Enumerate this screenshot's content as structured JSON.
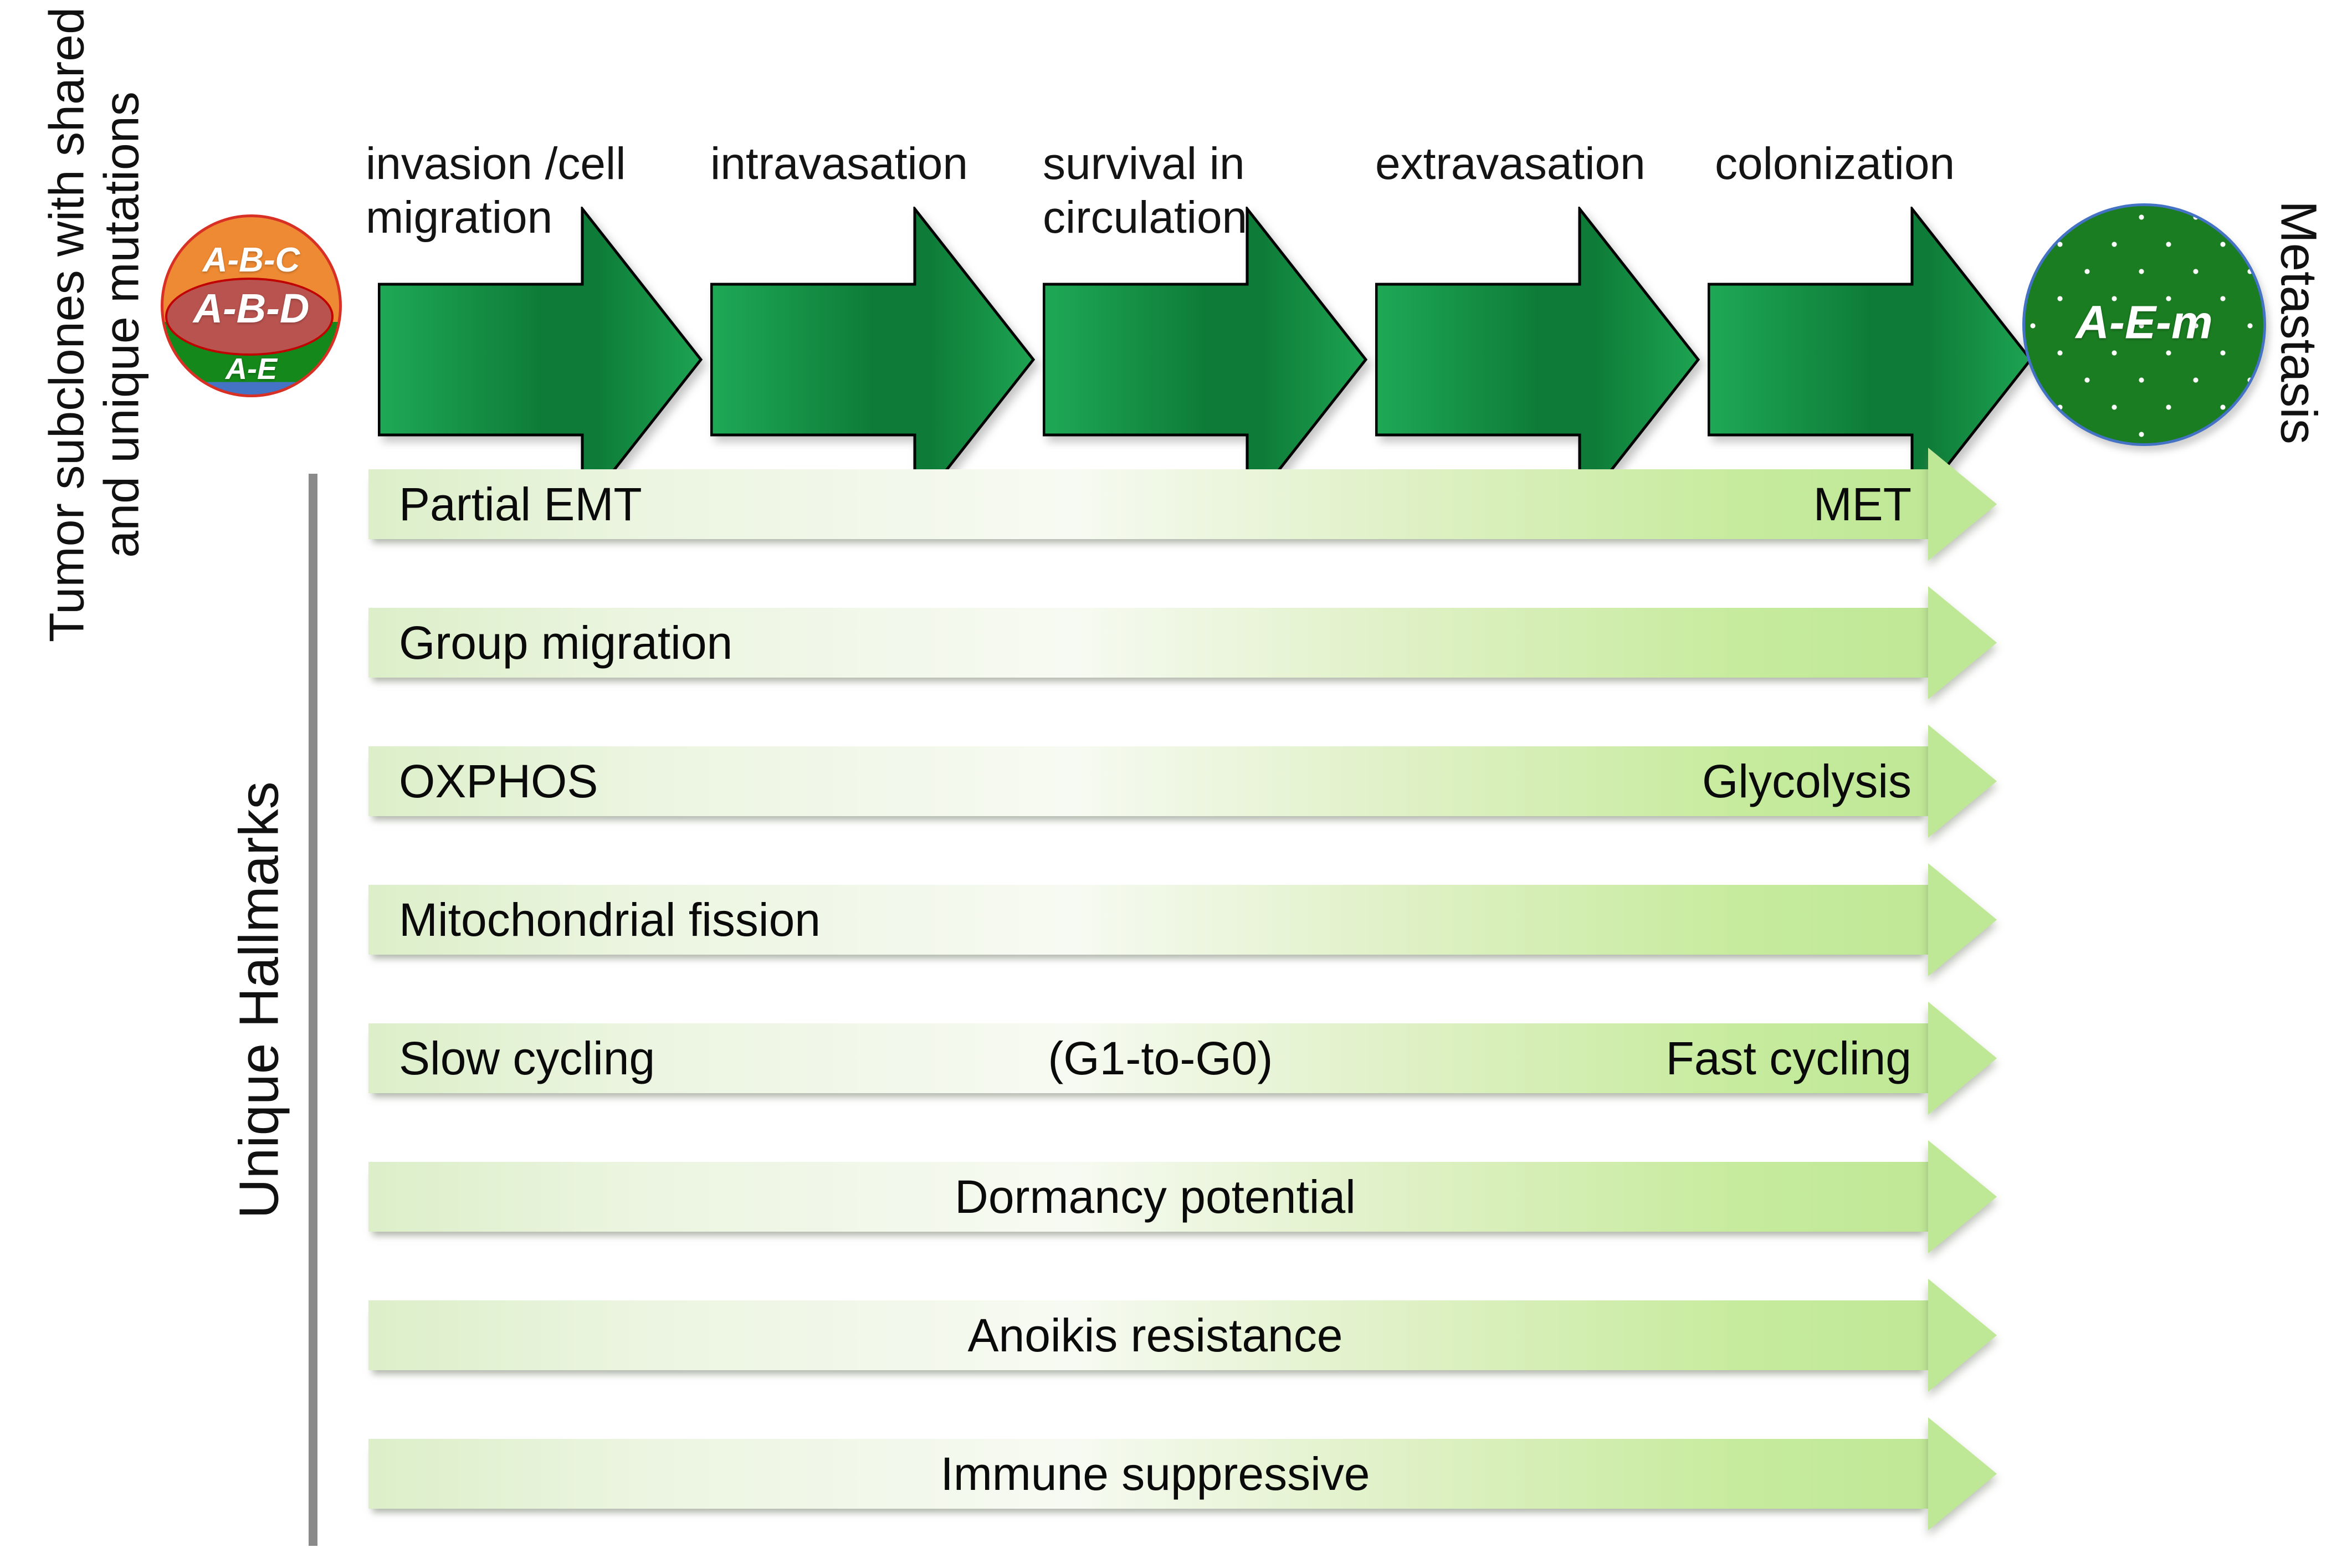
{
  "left_caption": {
    "line1": "Tumor subclones with shared",
    "line2": "and unique mutations"
  },
  "primary_tumor": {
    "subclones": [
      "A-B-C",
      "A-B-D",
      "A-E"
    ]
  },
  "steps": [
    "invasion /cell\nmigration",
    "intravasation",
    "survival in\ncirculation",
    "extravasation",
    "colonization"
  ],
  "metastasis": {
    "clone_label": "A-E-m",
    "caption": "Metastasis"
  },
  "hallmarks": {
    "axis_label": "Unique Hallmarks",
    "rows": [
      {
        "left": "Partial EMT",
        "center": "",
        "right": "MET"
      },
      {
        "left": "Group migration",
        "center": "",
        "right": ""
      },
      {
        "left": "OXPHOS",
        "center": "",
        "right": "Glycolysis"
      },
      {
        "left": "Mitochondrial fission",
        "center": "",
        "right": ""
      },
      {
        "left": "Slow cycling",
        "center": "(G1-to-G0)",
        "right": "Fast cycling"
      },
      {
        "left": "",
        "center": "Dormancy potential",
        "right": ""
      },
      {
        "left": "",
        "center": "Anoikis resistance",
        "right": ""
      },
      {
        "left": "",
        "center": "Immune suppressive",
        "right": ""
      }
    ]
  },
  "colors": {
    "step_arrow_light": "#1ea956",
    "step_arrow_dark": "#0e7c38",
    "step_arrow_tip": "#1da452",
    "hallmark_green": "#bfe896",
    "tumor_orange": "#ee8a33",
    "tumor_red": "#b9534f",
    "tumor_red_border": "#c00000",
    "tumor_green": "#15881b",
    "circle_green": "#1b7d22",
    "circle_border_blue": "#4472c4",
    "axis_line_gray": "#8a8a8a"
  }
}
